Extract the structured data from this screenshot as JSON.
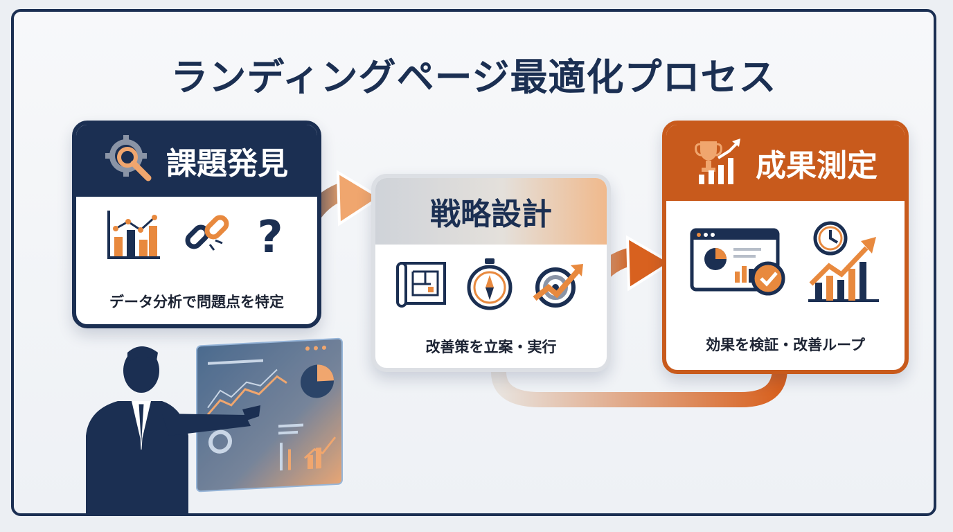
{
  "title": "ランディングページ最適化プロセス",
  "colors": {
    "navy": "#1b2f52",
    "orange": "#c85a1c",
    "light_orange": "#f0a66e",
    "grey": "#cfd3d9"
  },
  "steps": [
    {
      "label": "課題発見",
      "description": "データ分析で問題点を特定",
      "header_icon": "magnifier-gear-icon",
      "icons": [
        "bar-chart-icon",
        "broken-link-icon",
        "question-mark-icon"
      ]
    },
    {
      "label": "戦略設計",
      "description": "改善策を立案・実行",
      "header_icon": "",
      "icons": [
        "blueprint-icon",
        "compass-icon",
        "target-arrow-icon"
      ]
    },
    {
      "label": "成果測定",
      "description": "効果を検証・改善ループ",
      "header_icon": "trophy-chart-icon",
      "icons": [
        "dashboard-check-icon",
        "clock-growth-chart-icon"
      ]
    }
  ],
  "illustration": "businessman-pointing-at-dashboard-icon"
}
